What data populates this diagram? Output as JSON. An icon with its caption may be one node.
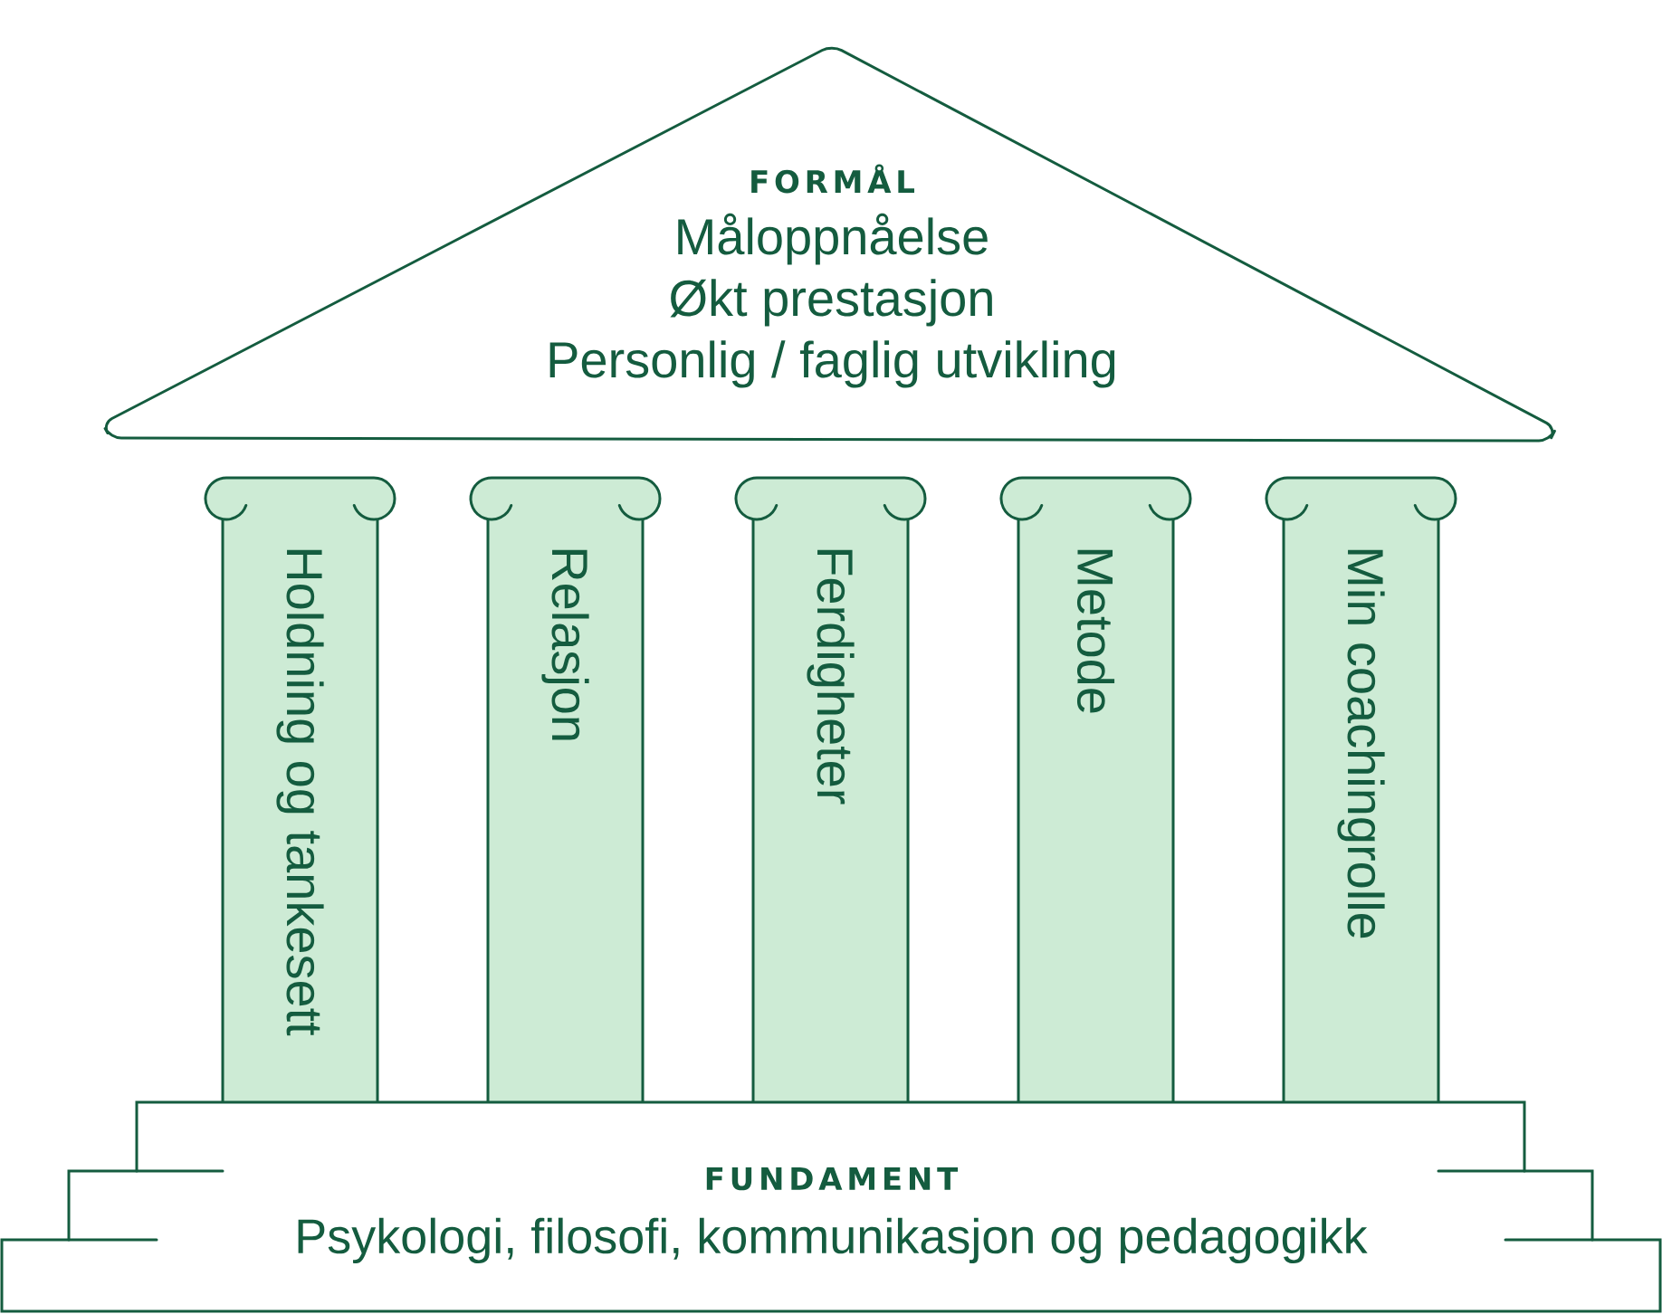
{
  "diagram": {
    "nodes": [
      {
        "text": [
          "FORMÅL",
          "Måloppnåelse",
          "Økt prestasjon",
          "Personlig / faglig utvikling"
        ]
      },
      {
        "text": [
          "Holdning og tankesett"
        ]
      },
      {
        "text": [
          "Relasjon"
        ]
      },
      {
        "text": [
          "Ferdigheter"
        ]
      },
      {
        "text": [
          "Metode"
        ]
      },
      {
        "text": [
          "Min coachingrolle"
        ]
      },
      {
        "text": [
          "FUNDAMENT",
          "Psykologi, filosofi, kommunikasjon og pedagogikk"
        ]
      }
    ]
  }
}
